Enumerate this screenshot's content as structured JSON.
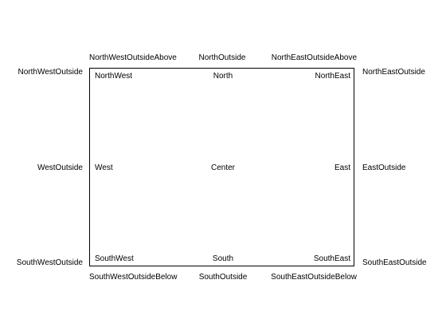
{
  "labels": {
    "north_west_outside_above": "NorthWestOutsideAbove",
    "north_outside": "NorthOutside",
    "north_east_outside_above": "NorthEastOutsideAbove",
    "north_west_outside": "NorthWestOutside",
    "north_east_outside": "NorthEastOutside",
    "north_west": "NorthWest",
    "north": "North",
    "north_east": "NorthEast",
    "west_outside": "WestOutside",
    "west": "West",
    "center": "Center",
    "east": "East",
    "east_outside": "EastOutside",
    "south_west": "SouthWest",
    "south": "South",
    "south_east": "SouthEast",
    "south_west_outside": "SouthWestOutside",
    "south_east_outside": "SouthEastOutside",
    "south_west_outside_below": "SouthWestOutsideBelow",
    "south_outside": "SouthOutside",
    "south_east_outside_below": "SouthEastOutsideBelow"
  },
  "colors": {
    "text": "#000000",
    "axes_border": "#000000",
    "background": "#ffffff"
  }
}
